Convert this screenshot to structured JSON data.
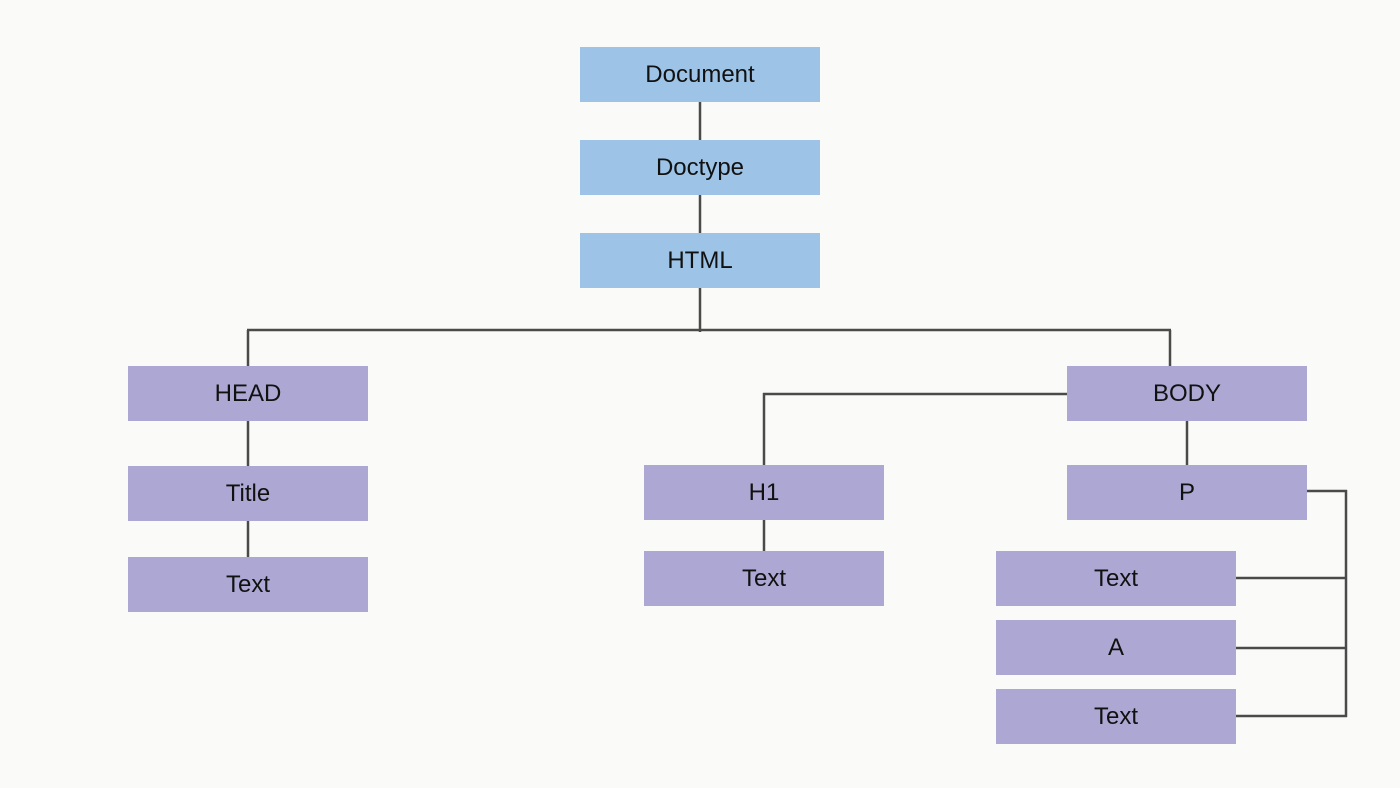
{
  "colors": {
    "top_nodes": "#9dc3e6",
    "tree_nodes": "#ada8d3",
    "connector": "#4a4a4a",
    "background": "#fafaf8"
  },
  "nodes": {
    "document": "Document",
    "doctype": "Doctype",
    "html": "HTML",
    "head": "HEAD",
    "title": "Title",
    "head_text": "Text",
    "body": "BODY",
    "h1": "H1",
    "h1_text": "Text",
    "p": "P",
    "p_text_1": "Text",
    "a": "A",
    "p_text_2": "Text"
  }
}
